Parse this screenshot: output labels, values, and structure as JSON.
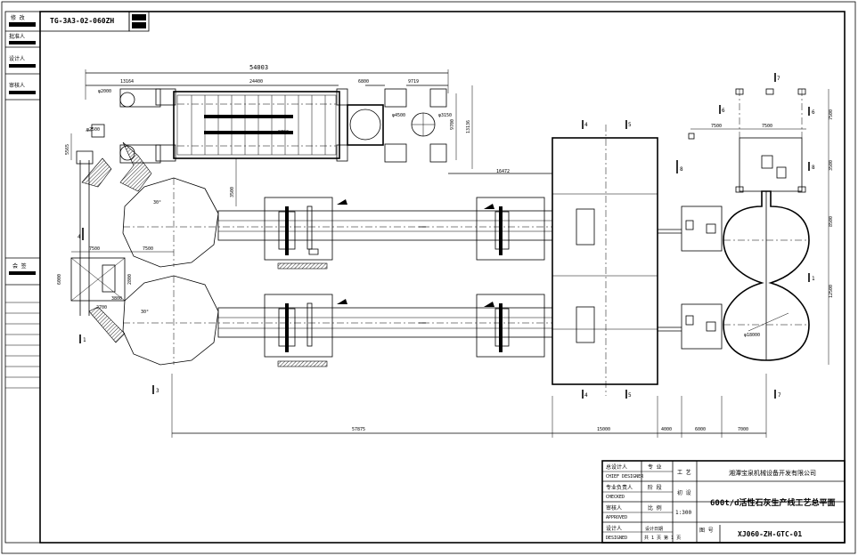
{
  "drawing": {
    "code_top": "TG-3A3-02-060ZH"
  },
  "left_strip": {
    "labels": [
      "修 改",
      "批准人",
      "设计人",
      "审核人",
      "会 签"
    ]
  },
  "plan": {
    "dims": {
      "top_total": "54003",
      "d_13164": "13164",
      "d_24400": "24400",
      "d_6800": "6800",
      "d_9719": "9719",
      "d_9700": "9700",
      "d_13136": "13136",
      "d_16472": "16472",
      "d_5565": "5565",
      "d_3500": "3500",
      "d_7500": "7500",
      "d_7500b": "7500",
      "d_7500c": "7500",
      "d_6000": "6000",
      "d_2700": "2700",
      "d_2800": "2800",
      "d_3800": "3800",
      "d_2000": "2000",
      "d_57875": "57875",
      "d_15000": "15000",
      "d_4000": "4000",
      "d_6000b": "6000",
      "d_7000": "7000",
      "r_7500": "7500",
      "r_3500": "3500",
      "r_8500": "8500",
      "r_12500": "12500",
      "dia_2000": "φ2000",
      "dia_2500": "φ2500",
      "dia_4500": "φ4500",
      "dia_3150": "φ3150",
      "dia_18000": "φ18000",
      "ang_30": "30°",
      "ang_30b": "30°"
    },
    "sections": [
      "4",
      "5",
      "6",
      "7",
      "8",
      "1",
      "2",
      "3"
    ]
  },
  "title_block": {
    "company": "湘潭宝泉机械设备开发有限公司",
    "drawing_title": "600t/d活性石灰生产线工艺总平面",
    "drawing_no": "XJ060-ZH-GTC-01",
    "scale": "1:300",
    "dept": "工 艺",
    "stage": "初 设",
    "sheet": "共 1 页 第 1 页",
    "rows": [
      {
        "role": "总设计人",
        "sub": "CHIEF DESIGNER"
      },
      {
        "role": "专业负责人",
        "sub": "CHECKED"
      },
      {
        "role": "审核人",
        "sub": "APPROVED"
      },
      {
        "role": "设计人",
        "sub": "DESIGNED"
      }
    ],
    "cells": {
      "c1": "专 业",
      "c2": "阶 段",
      "c3": "比 例",
      "c4": "设计日期",
      "c5": "图 号"
    }
  }
}
